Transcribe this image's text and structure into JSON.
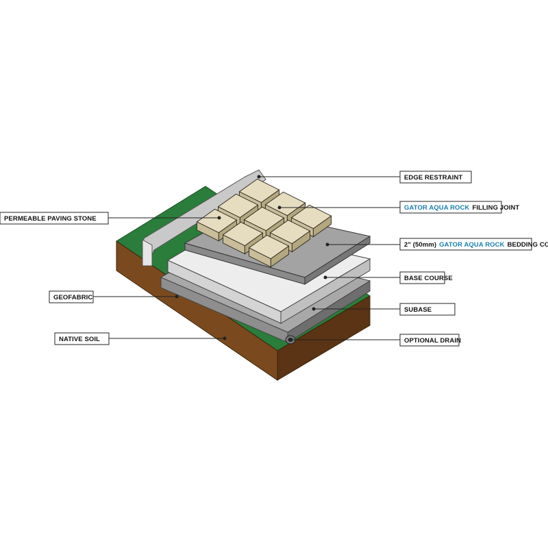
{
  "labels": {
    "edge_restraint": "EDGE RESTRAINT",
    "filling_joint_brand": "GATOR AQUA ROCK",
    "filling_joint_rest": "FILLING JOINT",
    "permeable_paving_stone": "PERMEABLE PAVING STONE",
    "bedding_course_prefix": "2\" (50mm)",
    "bedding_course_brand": "GATOR AQUA ROCK",
    "bedding_course_rest": "BEDDING COURSE",
    "base_course": "BASE COURSE",
    "geofabric": "GEOFABRIC",
    "subase": "SUBASE",
    "native_soil": "NATIVE SOIL",
    "optional_drain": "OPTIONAL DRAIN"
  },
  "colors": {
    "grass": "#2a7d3a",
    "soil": "#7a4a1e",
    "soil_dark": "#5a3414",
    "subbase": "#8e8e8e",
    "base": "#e2e2e2",
    "bedding": "#9a9a9a",
    "paver": "#e6dcc0",
    "brand_text": "#1a7fb0"
  }
}
